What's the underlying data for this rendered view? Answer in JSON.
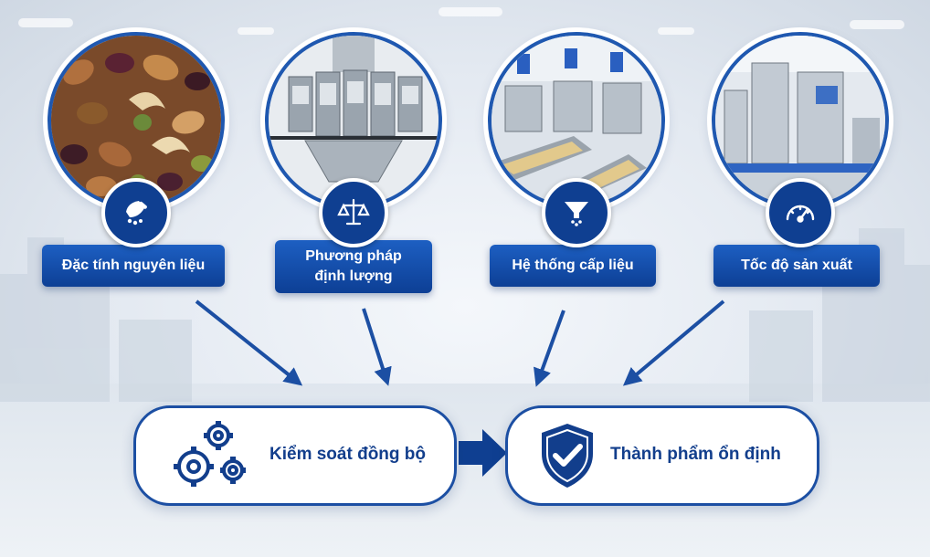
{
  "inputs": [
    {
      "label": "Đặc tính nguyên liệu",
      "icon": "scoop-icon"
    },
    {
      "label_lines": [
        "Phương pháp",
        "định lượng"
      ],
      "icon": "scale-icon"
    },
    {
      "label": "Hệ thống cấp liệu",
      "icon": "funnel-icon"
    },
    {
      "label": "Tốc độ sản xuất",
      "icon": "speedometer-icon"
    }
  ],
  "control": {
    "label": "Kiểm soát đồng bộ",
    "icon": "gears-icon"
  },
  "result": {
    "label": "Thành phẩm ổn định",
    "icon": "shield-check-icon"
  },
  "colors": {
    "primary": "#0f3f91",
    "accent": "#1f58b0",
    "pill_border": "#1c4fa3"
  }
}
